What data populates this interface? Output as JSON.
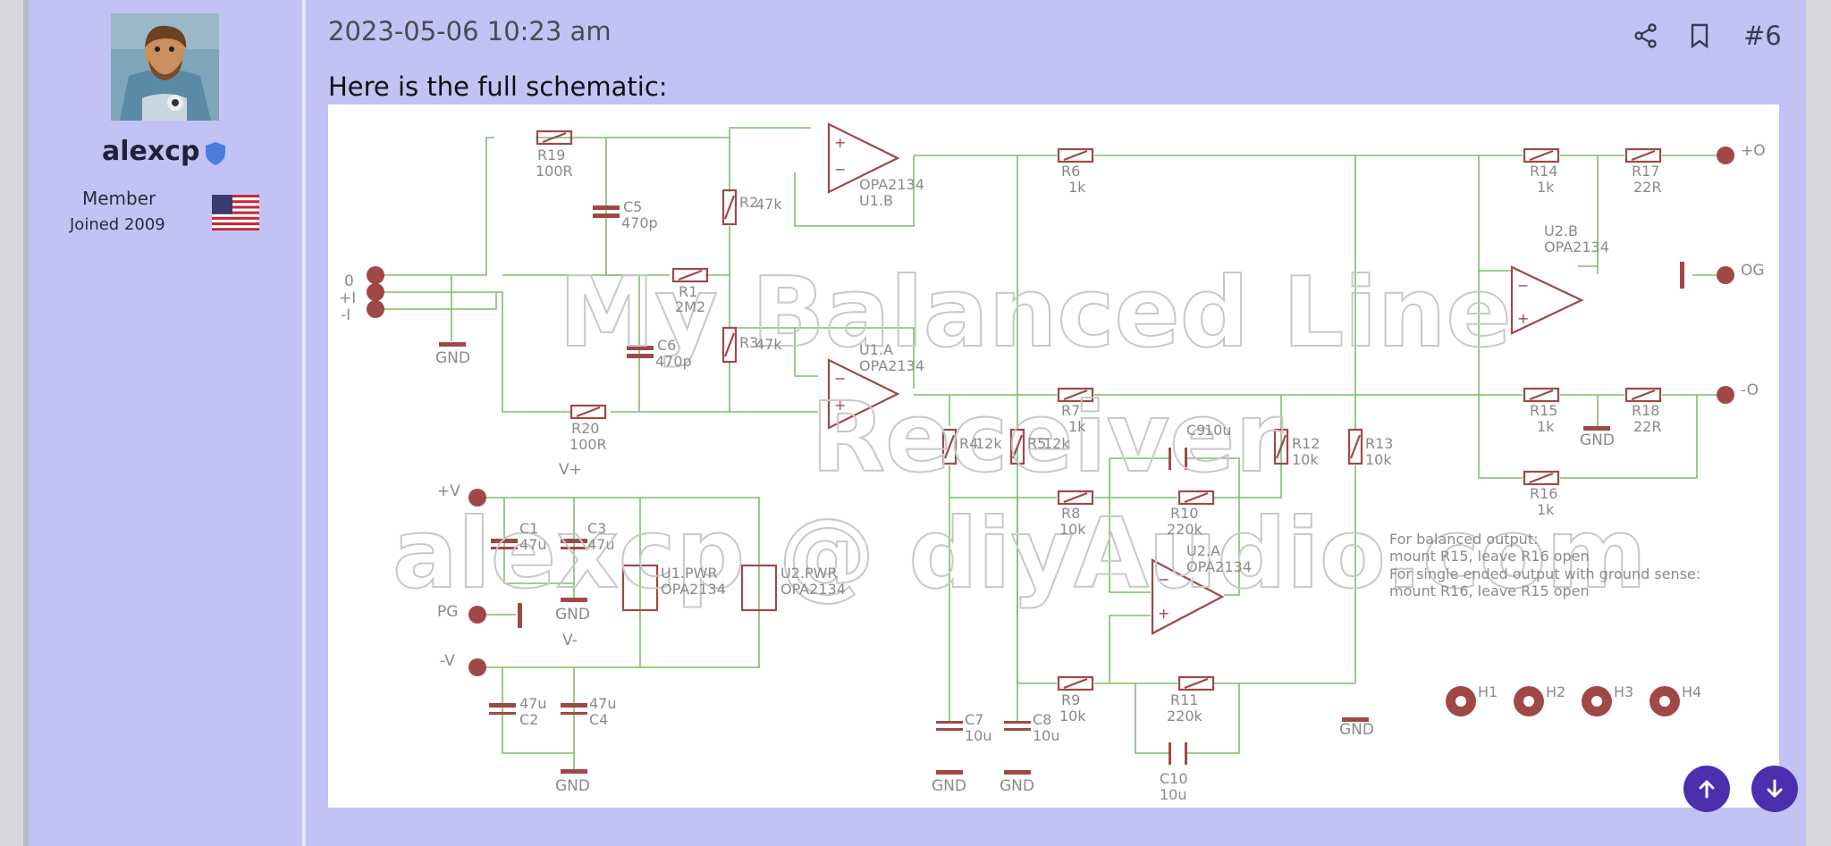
{
  "user": {
    "name": "alexcp",
    "role": "Member",
    "joined": "Joined 2009",
    "flag_icon": "us-flag-icon",
    "badge_icon": "shield-icon"
  },
  "post": {
    "date": "2023-05-06 10:23 am",
    "number": "#6",
    "text": "Here is the full schematic:",
    "share_icon": "share-icon",
    "bookmark_icon": "bookmark-icon"
  },
  "schematic": {
    "watermark_line1": "My Balanced Line",
    "watermark_line2": "Receiver",
    "watermark_line3": "alexcp @ diyAudio.com",
    "input_labels": [
      "0",
      "+I",
      "-I"
    ],
    "output_labels": [
      "+O",
      "OG",
      "-O"
    ],
    "supply_labels": {
      "pos": "+V",
      "neg": "-V",
      "pg": "PG",
      "vplus": "V+",
      "vminus": "V-"
    },
    "gnd": "GND",
    "components": {
      "r19": [
        "R19",
        "100R"
      ],
      "r20": [
        "R20",
        "100R"
      ],
      "r1": [
        "R1",
        "2M2"
      ],
      "r2": [
        "R2",
        "47k"
      ],
      "r3": [
        "R3",
        "47k"
      ],
      "r6": [
        "R6",
        "1k"
      ],
      "r7": [
        "R7",
        "1k"
      ],
      "r4": [
        "R4",
        "12k"
      ],
      "r5": [
        "R5",
        "12k"
      ],
      "r8": [
        "R8",
        "10k"
      ],
      "r9": [
        "R9",
        "10k"
      ],
      "r10": [
        "R10",
        "220k"
      ],
      "r11": [
        "R11",
        "220k"
      ],
      "r12": [
        "R12",
        "10k"
      ],
      "r13": [
        "R13",
        "10k"
      ],
      "r14": [
        "R14",
        "1k"
      ],
      "r15": [
        "R15",
        "1k"
      ],
      "r16": [
        "R16",
        "1k"
      ],
      "r17": [
        "R17",
        "22R"
      ],
      "r18": [
        "R18",
        "22R"
      ],
      "c5": [
        "C5",
        "470p"
      ],
      "c6": [
        "C6",
        "470p"
      ],
      "c7": [
        "C7",
        "10u"
      ],
      "c8": [
        "C8",
        "10u"
      ],
      "c9": [
        "C9",
        "10u"
      ],
      "c10": [
        "C10",
        "10u"
      ],
      "c1": [
        "C1",
        "47u"
      ],
      "c2": [
        "C2",
        "47u"
      ],
      "c3": [
        "C3",
        "47u"
      ],
      "c4": [
        "C4",
        "47u"
      ]
    },
    "opamps": {
      "u1b": [
        "U1.B",
        "OPA2134"
      ],
      "u1a": [
        "U1.A",
        "OPA2134"
      ],
      "u2a": [
        "U2.A",
        "OPA2134"
      ],
      "u2b": [
        "U2.B",
        "OPA2134"
      ],
      "u1pwr": [
        "U1.PWR",
        "OPA2134"
      ],
      "u2pwr": [
        "U2.PWR",
        "OPA2134"
      ]
    },
    "mount_holes": [
      "H1",
      "H2",
      "H3",
      "H4"
    ],
    "notes": [
      "For balanced output:",
      "mount R15, leave R16 open",
      "For single ended output with ground sense:",
      "mount R16, leave R15 open"
    ]
  },
  "nav": {
    "up_icon": "arrow-up-icon",
    "down_icon": "arrow-down-icon"
  },
  "colors": {
    "background": "#c2c2f5",
    "wire": "#7cbf6a",
    "component": "#a04848",
    "fab": "#4b2fae"
  }
}
